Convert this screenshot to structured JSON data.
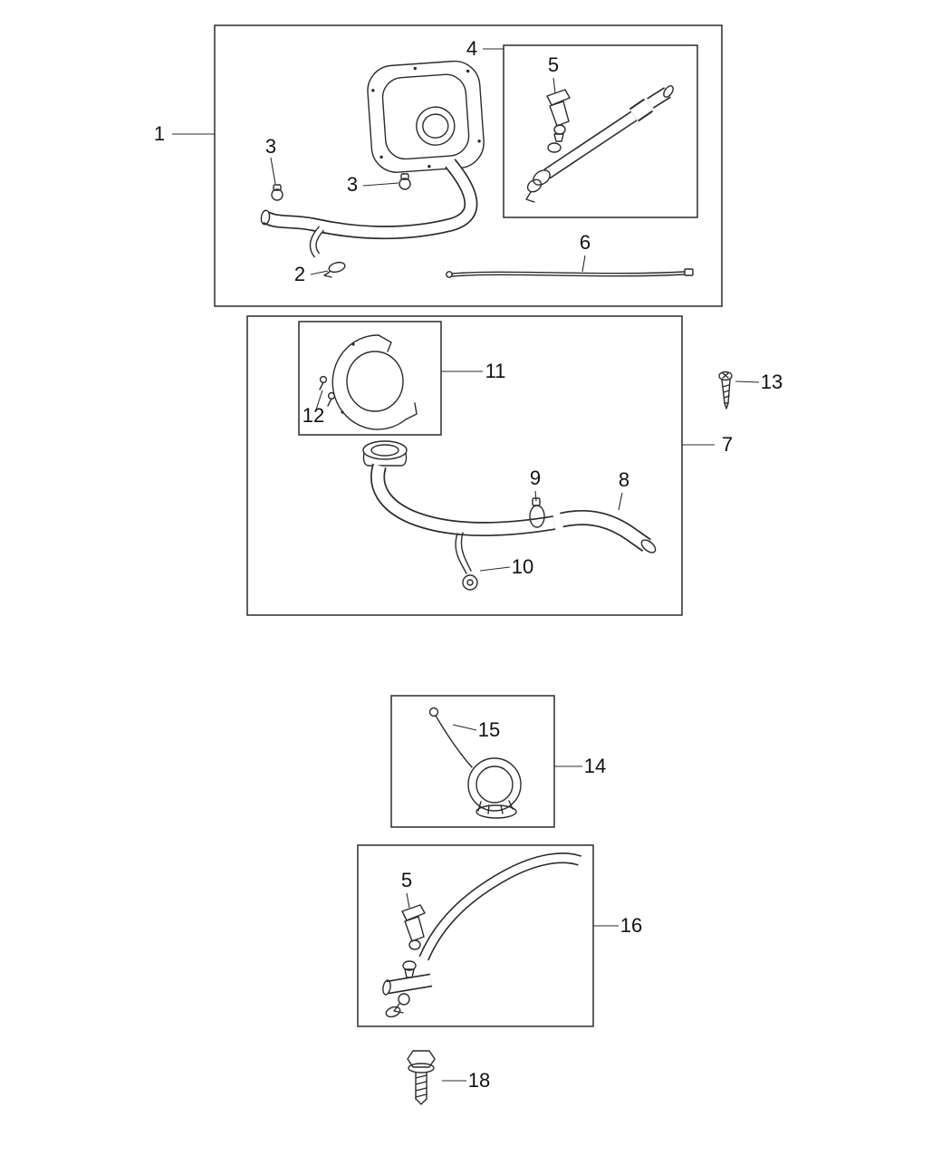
{
  "diagram": {
    "kind": "exploded-parts-diagram",
    "background": "#ffffff",
    "line_color": "#2b2b2b",
    "text_color": "#111111"
  },
  "callouts": {
    "n1": "1",
    "n2": "2",
    "n3a": "3",
    "n3b": "3",
    "n4": "4",
    "n5a": "5",
    "n5b": "5",
    "n6": "6",
    "n7": "7",
    "n8": "8",
    "n9": "9",
    "n10": "10",
    "n11": "11",
    "n12": "12",
    "n13": "13",
    "n14": "14",
    "n15": "15",
    "n16": "16",
    "n18": "18"
  }
}
